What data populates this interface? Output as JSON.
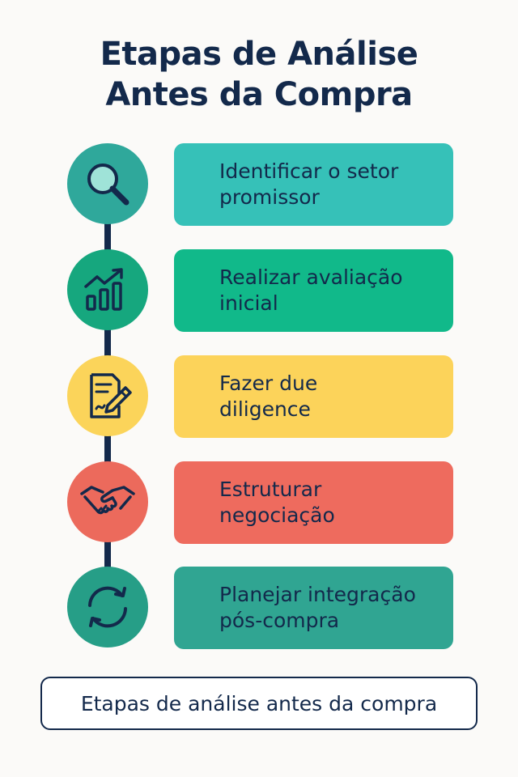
{
  "title": {
    "line1": "Etapas de Análise",
    "line2": "Antes da Compra"
  },
  "steps": [
    {
      "label_line1": "Identificar o setor",
      "label_line2": "promissor",
      "icon": "magnifying-glass-icon",
      "circle_color": "#2fa89b",
      "card_color": "#36c1b8"
    },
    {
      "label_line1": "Realizar avaliação",
      "label_line2": "inicial",
      "icon": "growth-chart-icon",
      "circle_color": "#16a77e",
      "card_color": "#11b98a"
    },
    {
      "label_line1": "Fazer due",
      "label_line2": "diligence",
      "icon": "document-pen-icon",
      "circle_color": "#fbd45a",
      "card_color": "#fcd35a"
    },
    {
      "label_line1": "Estruturar",
      "label_line2": "negociação",
      "icon": "handshake-icon",
      "circle_color": "#ec6a5c",
      "card_color": "#ee6b5e"
    },
    {
      "label_line1": "Planejar integração",
      "label_line2": "pós-compra",
      "icon": "refresh-cycle-icon",
      "circle_color": "#269e87",
      "card_color": "#30a592"
    }
  ],
  "caption": "Etapas de análise antes da compra",
  "colors": {
    "navy": "#13294b",
    "background": "#fbfaf8"
  }
}
